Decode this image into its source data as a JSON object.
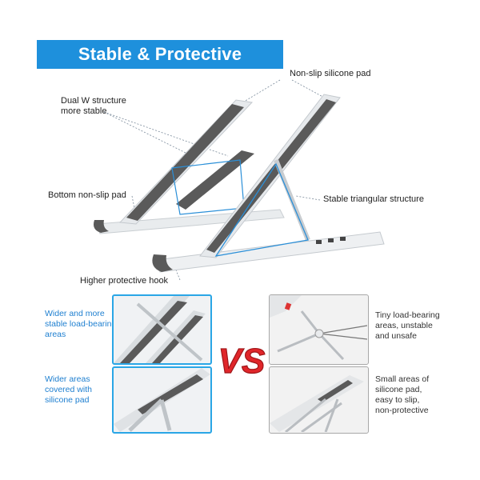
{
  "header": {
    "title": "Stable & Protective Structure"
  },
  "callouts": {
    "non_slip_pad": "Non-slip silicone pad",
    "dual_w_line1": "Dual W structure",
    "dual_w_line2": "more stable",
    "bottom_pad": "Bottom non-slip pad",
    "triangular": "Stable triangular structure",
    "hook": "Higher protective hook"
  },
  "comparison": {
    "left_top_lines": [
      "Wider and more",
      "stable load-bearing",
      "areas"
    ],
    "left_bottom_lines": [
      "Wider areas",
      "covered with",
      "silicone pad"
    ],
    "vs_label": "VS",
    "right_top_lines": [
      "Tiny load-bearing",
      "areas, unstable",
      "and unsafe"
    ],
    "right_bottom_lines": [
      "Small areas of",
      "silicone pad,",
      "easy to slip,",
      "non-protective"
    ]
  },
  "colors": {
    "accent_blue": "#1e90dc",
    "vs_red": "#e0262a",
    "pad_gray": "#5a5a5a"
  }
}
